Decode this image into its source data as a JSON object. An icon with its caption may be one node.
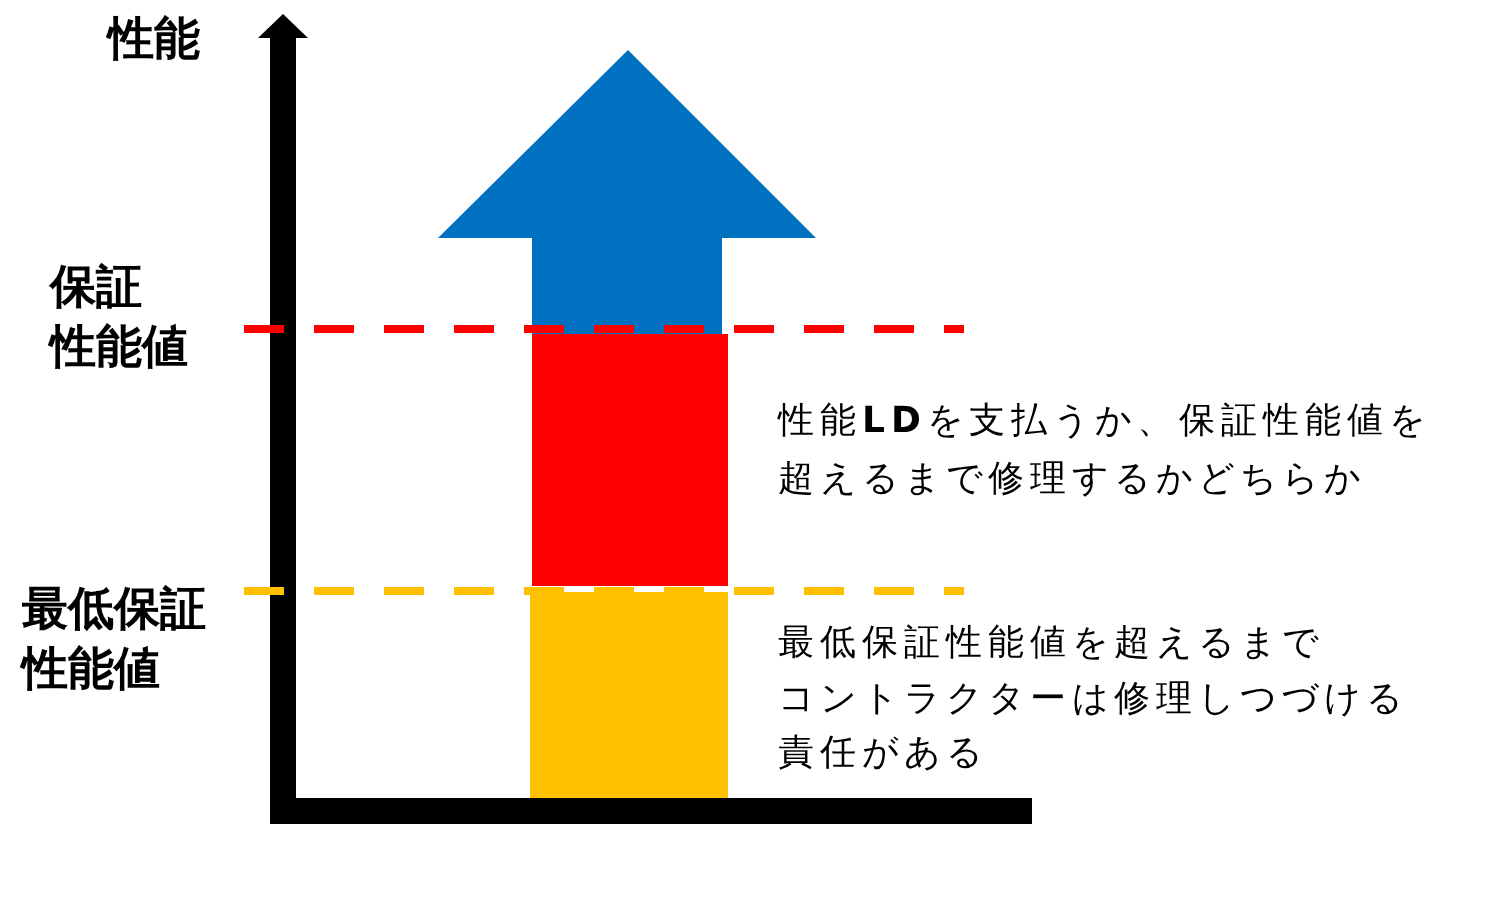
{
  "diagram": {
    "nodes": [
      {
        "text": [],
        "shape": "bar",
        "beside": [
          "性能**LD**を支払うか、保証性能値を超えるまで修理するかどちらか"
        ]
      },
      {
        "text": [],
        "shape": "bar",
        "beside": [
          "最低保証性能値を超えるまでコントラクターは修理しつづける責任がある"
        ]
      }
    ],
    "labels": [
      "性能",
      "保証性能値",
      "最低保証性能値"
    ]
  }
}
